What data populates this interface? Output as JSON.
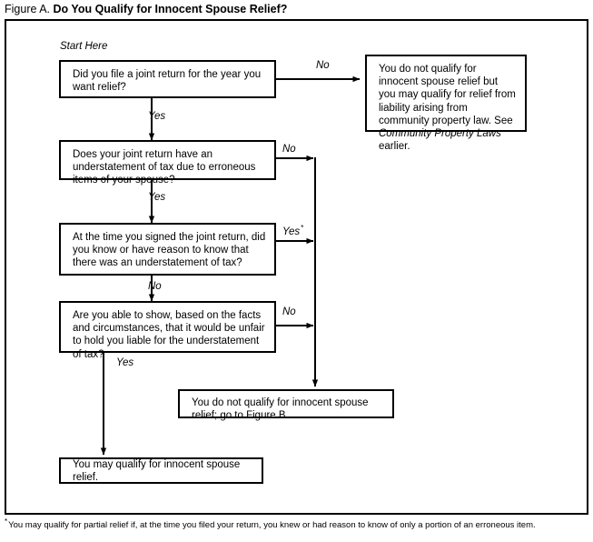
{
  "caption": {
    "figure_label": "Figure A.",
    "title": "Do You Qualify for Innocent Spouse Relief?"
  },
  "labels": {
    "start_here": "Start Here",
    "yes": "Yes",
    "no": "No",
    "yes_asterisk": "Yes",
    "asterisk": "*"
  },
  "nodes": {
    "q1": "Did you file a joint return for the year you want relief?",
    "q2": "Does your joint return have an understatement of tax due to erroneous items of your spouse?",
    "q3": "At the time you signed the joint return, did you know or have reason to know that there was an understatement of tax?",
    "q4": "Are you able to show, based on the facts and circumstances, that it would be unfair to hold you liable for the understatement of tax?",
    "community_property": {
      "text_before": "You do not qualify for innocent spouse relief but you may qualify for relief from liability arising from community property law. See ",
      "italic": "Community Property Laws",
      "text_after": " earlier."
    },
    "figure_b": "You do not qualify for innocent spouse relief; go to Figure B.",
    "qualify": "You may qualify for innocent spouse relief."
  },
  "branches": {
    "q1_no": "No",
    "q1_yes": "Yes",
    "q2_no": "No",
    "q2_yes": "Yes",
    "q3_yes": "Yes",
    "q3_no": "No",
    "q4_no": "No",
    "q4_yes": "Yes"
  },
  "footnote": {
    "marker": "*",
    "text": "You may qualify for partial relief if, at the time you filed your return, you knew or had reason to know of only a portion of an erroneous item."
  },
  "colors": {
    "ink": "#000000",
    "paper": "#ffffff"
  }
}
